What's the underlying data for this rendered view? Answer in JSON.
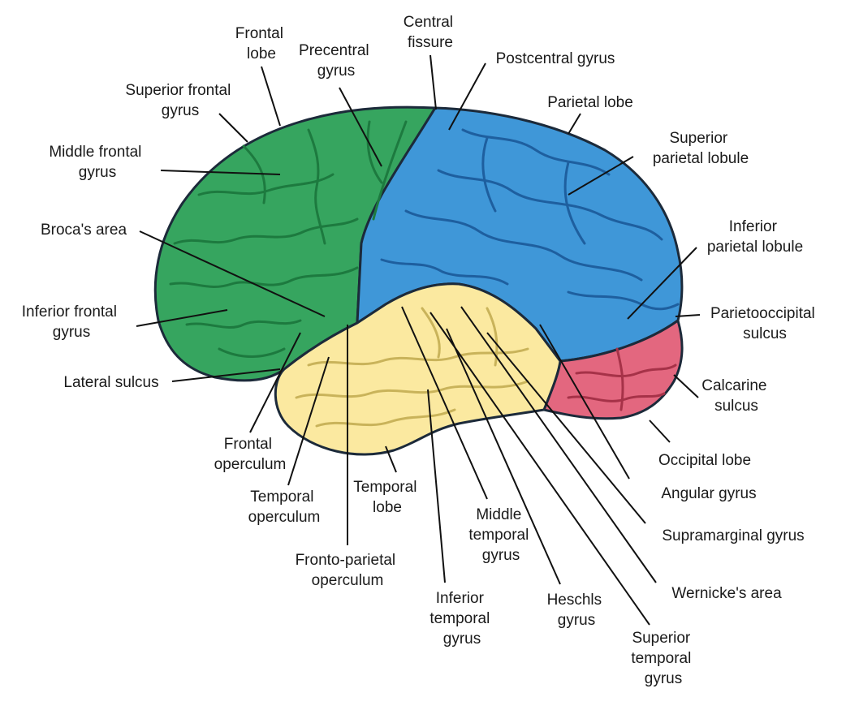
{
  "colors": {
    "frontal_lobe": "#36a55f",
    "frontal_dark": "#1d7a3f",
    "parietal_lobe": "#3f97d8",
    "parietal_dark": "#1e5f9f",
    "temporal_lobe": "#fbe9a0",
    "temporal_dark": "#c9b35a",
    "occipital_lobe": "#e3677f",
    "occipital_dark": "#a63248",
    "outline": "#1c2a3a",
    "label_text": "#1a1a1a",
    "leader_line": "#111111"
  },
  "labels": {
    "frontal_lobe": [
      "Frontal",
      "lobe"
    ],
    "superior_frontal_gyrus": [
      "Superior frontal",
      "gyrus"
    ],
    "middle_frontal_gyrus": [
      "Middle frontal",
      "gyrus"
    ],
    "brocas_area": [
      "Broca's area"
    ],
    "inferior_frontal_gyrus": [
      "Inferior frontal",
      "gyrus"
    ],
    "lateral_sulcus": [
      "Lateral sulcus"
    ],
    "frontal_operculum": [
      "Frontal",
      "operculum"
    ],
    "temporal_operculum": [
      "Temporal",
      "operculum"
    ],
    "fronto_parietal_operculum": [
      "Fronto-parietal",
      "operculum"
    ],
    "temporal_lobe": [
      "Temporal",
      "lobe"
    ],
    "inferior_temporal_gyrus": [
      "Inferior",
      "temporal",
      "gyrus"
    ],
    "middle_temporal_gyrus": [
      "Middle",
      "temporal",
      "gyrus"
    ],
    "heschls_gyrus": [
      "Heschls",
      "gyrus"
    ],
    "superior_temporal_gyrus": [
      "Superior",
      "temporal",
      "gyrus"
    ],
    "wernickes_area": [
      "Wernicke's area"
    ],
    "supramarginal_gyrus": [
      "Supramarginal gyrus"
    ],
    "angular_gyrus": [
      "Angular gyrus"
    ],
    "occipital_lobe": [
      "Occipital lobe"
    ],
    "calcarine_sulcus": [
      "Calcarine",
      "sulcus"
    ],
    "parietooccipital_sulcus": [
      "Parietooccipital",
      "sulcus"
    ],
    "inferior_parietal_lobule": [
      "Inferior",
      "parietal lobule"
    ],
    "superior_parietal_lobule": [
      "Superior",
      "parietal lobule"
    ],
    "parietal_lobe": [
      "Parietal lobe"
    ],
    "postcentral_gyrus": [
      "Postcentral gyrus"
    ],
    "central_fissure": [
      "Central",
      "fissure"
    ],
    "precentral_gyrus": [
      "Precentral",
      "gyrus"
    ]
  }
}
